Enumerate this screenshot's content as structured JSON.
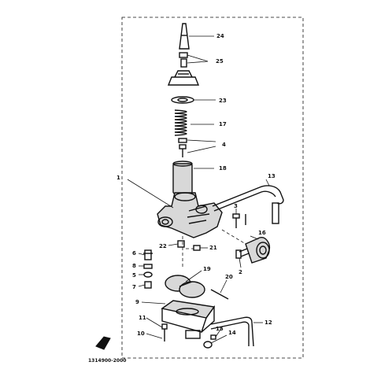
{
  "diagram": {
    "callouts": {
      "c1": "1",
      "c2": "2",
      "c3": "3",
      "c4": "4",
      "c5": "5",
      "c6": "6",
      "c7": "7",
      "c8": "8",
      "c9": "9",
      "c10": "10",
      "c11": "11",
      "c12": "12",
      "c13": "13",
      "c14": "14",
      "c15": "15",
      "c16": "16",
      "c17": "17",
      "c18": "18",
      "c19": "19",
      "c20": "20",
      "c21": "21",
      "c22": "22",
      "c23": "23",
      "c24": "24",
      "c25": "25"
    },
    "catalog_code": "1314900-2000"
  },
  "colors": {
    "ink": "#111111",
    "paper": "#ffffff"
  }
}
